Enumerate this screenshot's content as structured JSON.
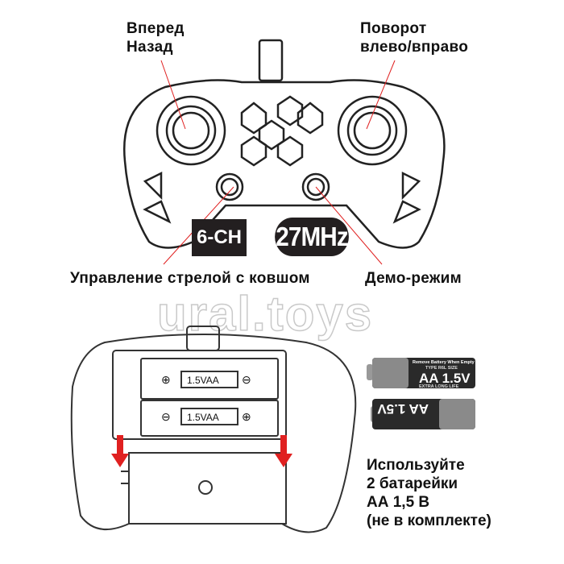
{
  "top_labels": {
    "forward_back": [
      "Вперед",
      "Назад"
    ],
    "turn": [
      "Поворот",
      "влево/вправо"
    ],
    "bucket_control": "Управление стрелой с ковшом",
    "demo_mode": "Демо-режим"
  },
  "badges": {
    "channels": "6-CH",
    "frequency": "27MHz"
  },
  "watermark": "ural.toys",
  "battery_compartment": {
    "slot_1": "1.5VAA",
    "slot_2": "1.5VAA"
  },
  "battery_image": {
    "label": "AA 1.5V",
    "type": "TYPE R6L SIZE",
    "life": "EXTRA LONG LIFE",
    "note": "Remove Battery When Empty"
  },
  "battery_note": [
    "Используйте",
    "2 батарейки",
    "АА 1,5 В",
    "(не в комплекте)"
  ],
  "colors": {
    "arrow": "#e02020",
    "pointer_line": "#e02020",
    "badge_bg": "#231f20"
  }
}
